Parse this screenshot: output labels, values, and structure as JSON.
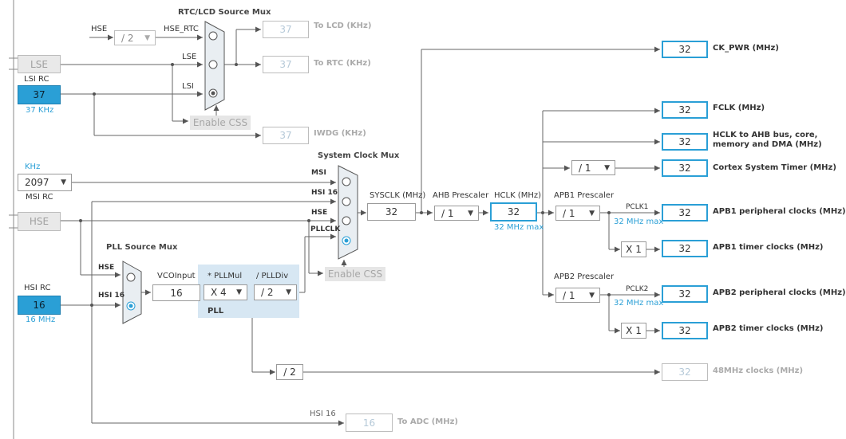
{
  "title_rtc_mux": "RTC/LCD Source Mux",
  "title_sys_mux": "System Clock Mux",
  "title_pll_mux": "PLL Source Mux",
  "lse": {
    "label": "LSE"
  },
  "lsi": {
    "title": "LSI RC",
    "value": "37",
    "freq": "37 KHz"
  },
  "msi": {
    "unit": "KHz",
    "value": "2097",
    "title": "MSI RC"
  },
  "hse": {
    "label": "HSE"
  },
  "hsi": {
    "title": "HSI RC",
    "value": "16",
    "freq": "16 MHz"
  },
  "rtc": {
    "hse_label": "HSE",
    "div": "/ 2",
    "hse_rtc": "HSE_RTC",
    "lse_label": "LSE",
    "lsi_label": "LSI",
    "lcd_value": "37",
    "lcd_label": "To LCD (KHz)",
    "rtc_value": "37",
    "rtc_label": "To RTC (KHz)",
    "css": "Enable CSS",
    "iwdg_value": "37",
    "iwdg_label": "IWDG (KHz)"
  },
  "sysmux": {
    "msi": "MSI",
    "hsi16": "HSI 16",
    "hse": "HSE",
    "pllclk": "PLLCLK",
    "css": "Enable CSS"
  },
  "pllmux": {
    "hse": "HSE",
    "hsi16": "HSI 16"
  },
  "pll": {
    "vco_label": "VCOInput",
    "vco_value": "16",
    "mul_label": "* PLLMul",
    "mul_value": "X 4",
    "div_label": "/ PLLDiv",
    "div_value": "/ 2",
    "label": "PLL"
  },
  "sysclk": {
    "label": "SYSCLK (MHz)",
    "value": "32"
  },
  "ahb": {
    "label": "AHB Prescaler",
    "value": "/ 1"
  },
  "hclk": {
    "label": "HCLK (MHz)",
    "value": "32",
    "max": "32 MHz max"
  },
  "apb1": {
    "label": "APB1 Prescaler",
    "value": "/ 1",
    "pclk": "PCLK1",
    "max": "32 MHz max",
    "timer_mul": "X 1"
  },
  "apb2": {
    "label": "APB2 Prescaler",
    "value": "/ 1",
    "pclk": "PCLK2",
    "max": "32 MHz max",
    "timer_mul": "X 1"
  },
  "cortex_div": "/ 1",
  "usb_div": "/ 2",
  "adc": {
    "label": "HSI 16",
    "value": "16",
    "name": "To ADC (MHz)"
  },
  "outputs": {
    "ck_pwr": {
      "value": "32",
      "label": "CK_PWR (MHz)"
    },
    "fclk": {
      "value": "32",
      "label": "FCLK (MHz)"
    },
    "hclk_ahb": {
      "value": "32",
      "label1": "HCLK to AHB bus, core,",
      "label2": "memory and DMA (MHz)"
    },
    "cortex": {
      "value": "32",
      "label": "Cortex System Timer (MHz)"
    },
    "apb1_periph": {
      "value": "32",
      "label": "APB1 peripheral clocks (MHz)"
    },
    "apb1_timer": {
      "value": "32",
      "label": "APB1 timer clocks (MHz)"
    },
    "apb2_periph": {
      "value": "32",
      "label": "APB2 peripheral clocks (MHz)"
    },
    "apb2_timer": {
      "value": "32",
      "label": "APB2 timer clocks (MHz)"
    },
    "usb48": {
      "value": "32",
      "label": "48MHz clocks (MHz)"
    }
  }
}
